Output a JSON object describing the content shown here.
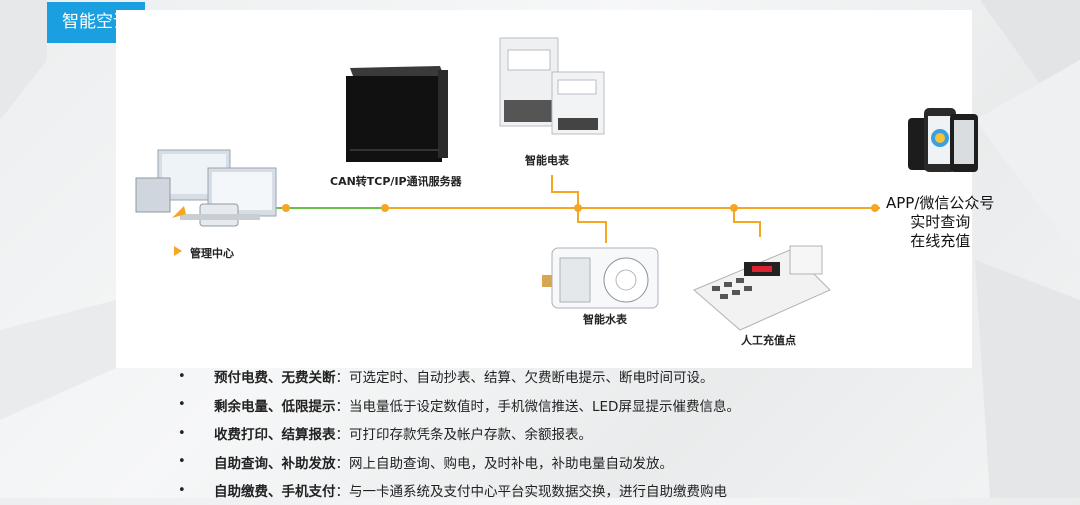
{
  "slide": {
    "title": "智能空调"
  },
  "diagram": {
    "nodes": {
      "management": "管理中心",
      "server": "CAN转TCP/IP通讯服务器",
      "electric_meter": "智能电表",
      "water_meter": "智能水表",
      "recharge": "人工充值点"
    },
    "right_text": [
      "APP/微信公众号",
      "实时查询",
      "在线充值"
    ]
  },
  "features": [
    {
      "key": "预付电费、无费关断",
      "desc": "：可选定时、自动抄表、结算、欠费断电提示、断电时间可设。"
    },
    {
      "key": "剩余电量、低限提示",
      "desc": "：当电量低于设定数值时，手机微信推送、LED屏显提示催费信息。"
    },
    {
      "key": "收费打印、结算报表",
      "desc": "：可打印存款凭条及帐户存款、余额报表。"
    },
    {
      "key": "自助查询、补助发放",
      "desc": "：网上自助查询、购电，及时补电，补助电量自动发放。"
    },
    {
      "key": "自助缴费、手机支付",
      "desc": "：与一卡通系统及支付中心平台实现数据交换，进行自助缴费购电"
    }
  ],
  "colors": {
    "accent": "#1aa0e0",
    "line": "#f5a623",
    "green": "#6cc04a"
  }
}
